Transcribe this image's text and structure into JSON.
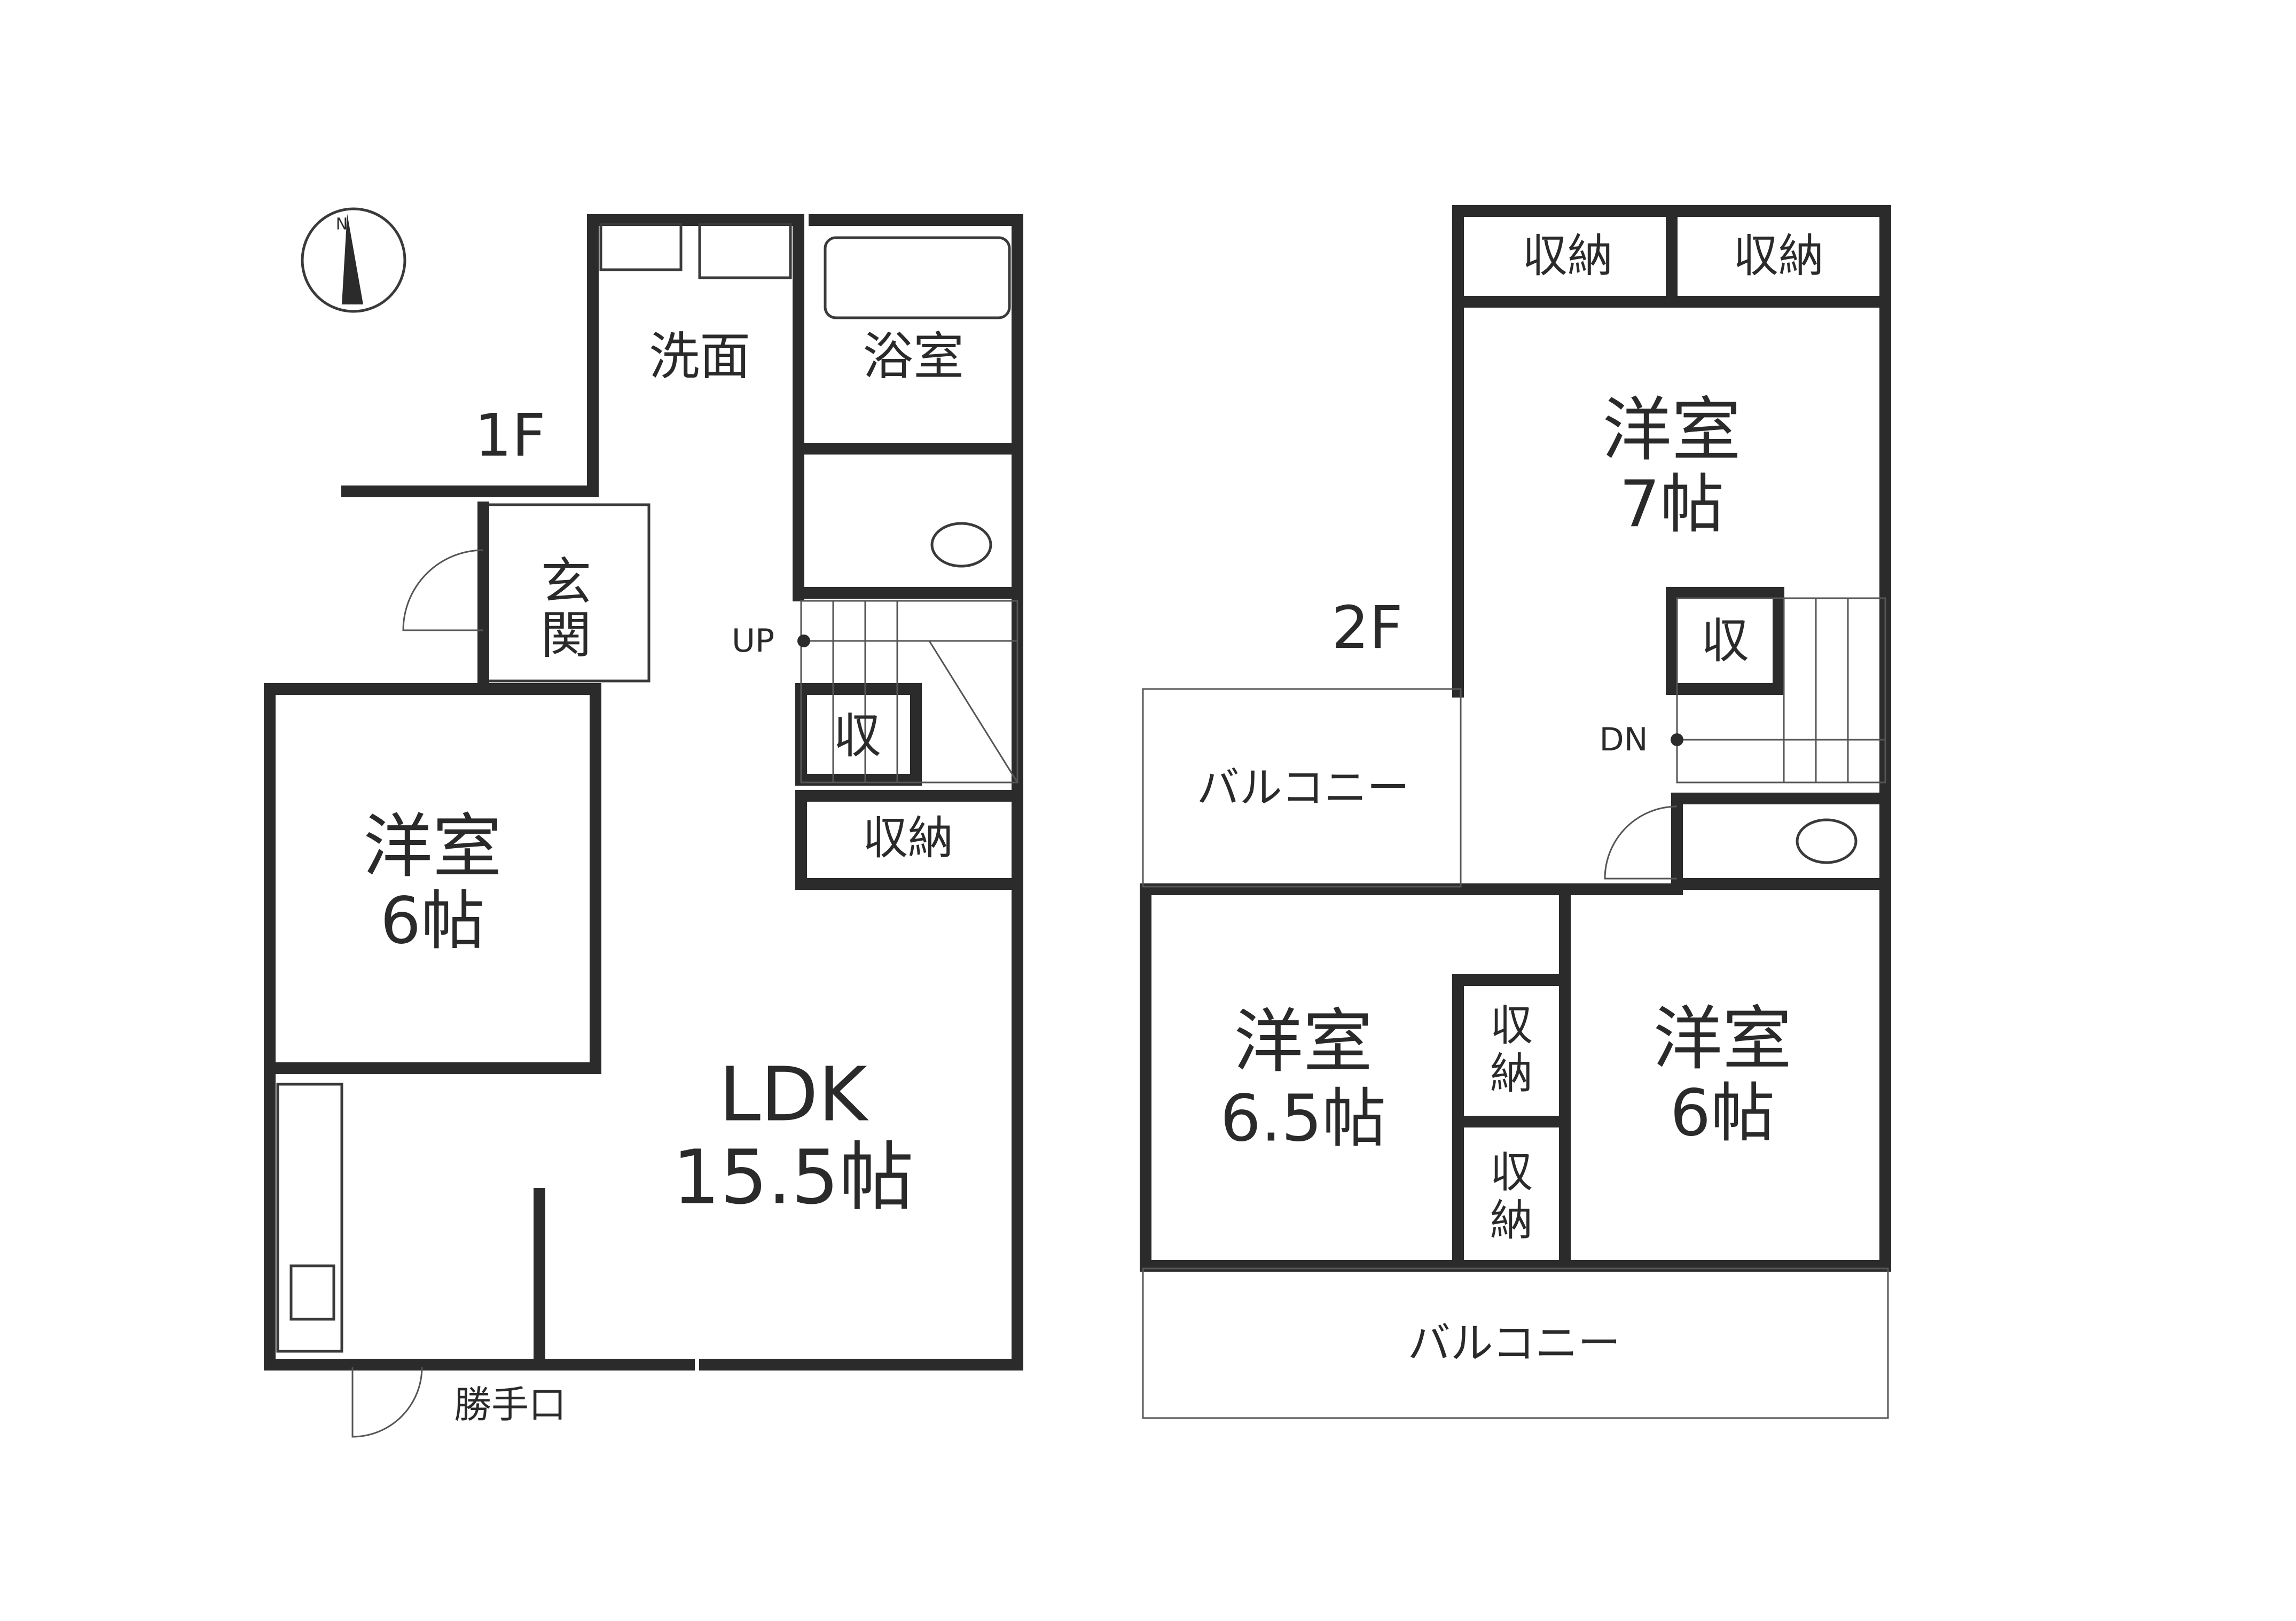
{
  "floors": {
    "first": {
      "floor_label": "1F",
      "rooms": {
        "washroom": "洗面",
        "bathroom": "浴室",
        "entrance_line1": "玄",
        "entrance_line2": "関",
        "western_room_name": "洋室",
        "western_room_size": "6帖",
        "ldk_name": "LDK",
        "ldk_size": "15.5帖",
        "storage_small": "収",
        "storage": "収納",
        "side_door": "勝手口"
      },
      "stairs_label": "UP"
    },
    "second": {
      "floor_label": "2F",
      "rooms": {
        "storage_left": "収納",
        "storage_right": "収納",
        "room7_name": "洋室",
        "room7_size": "7帖",
        "storage_small": "収",
        "balcony_upper": "バルコニー",
        "room65_name": "洋室",
        "room65_size": "6.5帖",
        "room6_name": "洋室",
        "room6_size": "6帖",
        "closet_upper_line1": "収",
        "closet_upper_line2": "納",
        "closet_lower_line1": "収",
        "closet_lower_line2": "納",
        "balcony_lower": "バルコニー"
      },
      "stairs_label": "DN"
    }
  },
  "compass": {
    "north_label": "N"
  }
}
